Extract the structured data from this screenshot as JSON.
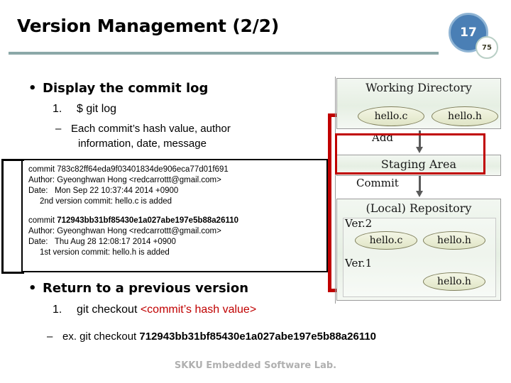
{
  "slide": {
    "title": "Version Management (2/2)",
    "page_number": "17",
    "total_pages": "75",
    "footer": "SKKU Embedded Software Lab."
  },
  "content": {
    "bullet1": "Display the commit log",
    "bullet1_item1_marker": "1.",
    "bullet1_item1": "$ git log",
    "bullet1_item2_marker": "–",
    "bullet1_item2_line1": "Each commit’s hash value, author",
    "bullet1_item2_line2": "information, date, message",
    "bullet2": "Return to a previous version",
    "bullet2_item1_marker": "1.",
    "bullet2_item1_cmd": "git checkout ",
    "bullet2_item1_arg": "<commit’s hash value>",
    "bullet2_item2_marker": "–",
    "bullet2_item2_prefix": "ex. git checkout ",
    "bullet2_item2_hash": "712943bb31bf85430e1a027abe197e5b88a26110"
  },
  "commit_log": {
    "entries": [
      {
        "commit_label": "commit ",
        "hash": "783c82ff64eda9f03401834de906eca77d01f691",
        "hash_bold": false,
        "author": "Author: Gyeonghwan Hong <redcarrottt@gmail.com>",
        "date": "Date:   Mon Sep 22 10:37:44 2014 +0900",
        "message": "2nd version commit: hello.c is added"
      },
      {
        "commit_label": "commit ",
        "hash": "712943bb31bf85430e1a027abe197e5b88a26110",
        "hash_bold": true,
        "author": "Author: Gyeonghwan Hong <redcarrottt@gmail.com>",
        "date": "Date:   Thu Aug 28 12:08:17 2014 +0900",
        "message": "1st version commit: hello.h is added"
      }
    ]
  },
  "diagram": {
    "working_directory": {
      "title": "Working Directory",
      "files": [
        "hello.c",
        "hello.h"
      ]
    },
    "add_label": "Add",
    "staging_area": {
      "title": "Staging Area"
    },
    "commit_label": "Commit",
    "repository": {
      "title": "(Local) Repository",
      "versions": [
        {
          "label": "Ver.2",
          "files": [
            "hello.c",
            "hello.h"
          ]
        },
        {
          "label": "Ver.1",
          "files": [
            "hello.h"
          ]
        }
      ]
    },
    "colors": {
      "accent_red": "#c00000",
      "box_green": "#e6efe3",
      "ellipse_olive": "#e8ecd2",
      "rule_teal": "#8ba8a8",
      "badge_blue": "#4a7fb5"
    }
  }
}
